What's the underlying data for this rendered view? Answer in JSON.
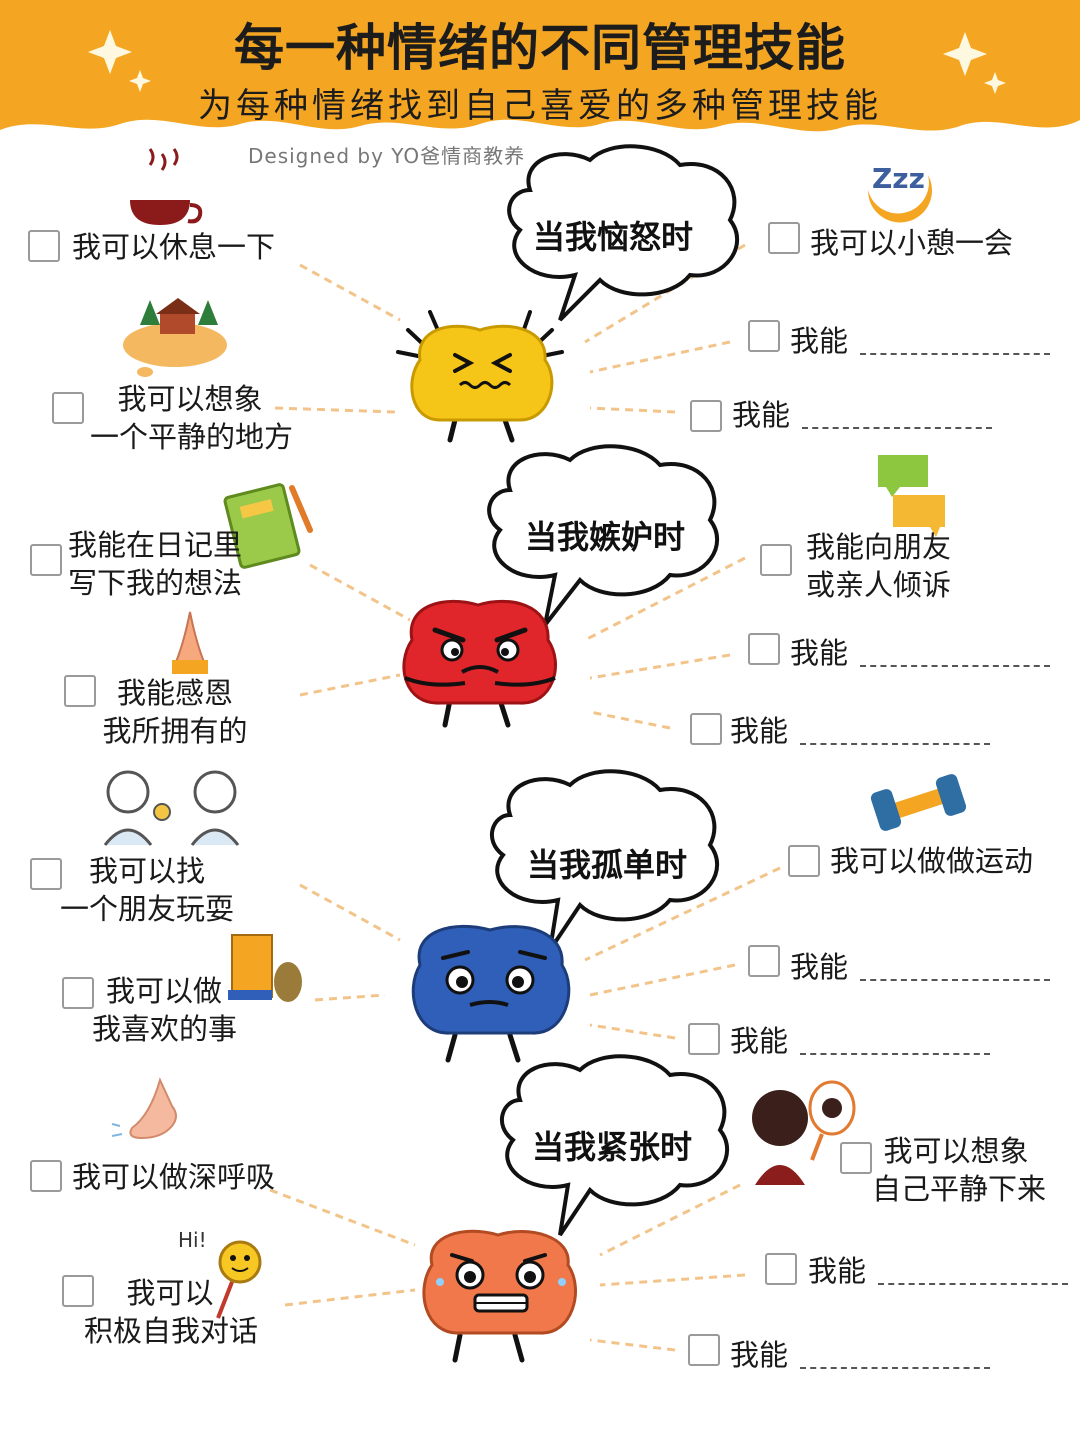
{
  "header": {
    "title": "每一种情绪的不同管理技能",
    "subtitle": "为每种情绪找到自己喜爱的多种管理技能",
    "credit": "Designed by YO爸情商教养",
    "band_color": "#f4a623"
  },
  "sections": [
    {
      "emotion": "当我恼怒时",
      "brain_color": "#f5c518",
      "left": [
        {
          "lines": [
            "我可以休息一下"
          ]
        },
        {
          "lines": [
            "我可以想象",
            "一个平静的地方"
          ]
        }
      ],
      "right": [
        {
          "lines": [
            "我可以小憩一会"
          ]
        },
        {
          "prefix": "我能"
        },
        {
          "prefix": "我能"
        }
      ]
    },
    {
      "emotion": "当我嫉妒时",
      "brain_color": "#e0262b",
      "left": [
        {
          "lines": [
            "我能在日记里",
            "写下我的想法"
          ]
        },
        {
          "lines": [
            "我能感恩",
            "我所拥有的"
          ]
        }
      ],
      "right": [
        {
          "lines": [
            "我能向朋友",
            "或亲人倾诉"
          ]
        },
        {
          "prefix": "我能"
        },
        {
          "prefix": "我能"
        }
      ]
    },
    {
      "emotion": "当我孤单时",
      "brain_color": "#2f5fb8",
      "left": [
        {
          "lines": [
            "我可以找",
            "一个朋友玩耍"
          ]
        },
        {
          "lines": [
            "我可以做",
            "我喜欢的事"
          ]
        }
      ],
      "right": [
        {
          "lines": [
            "我可以做做运动"
          ]
        },
        {
          "prefix": "我能"
        },
        {
          "prefix": "我能"
        }
      ]
    },
    {
      "emotion": "当我紧张时",
      "brain_color": "#f0784a",
      "left": [
        {
          "lines": [
            "我可以做深呼吸"
          ]
        },
        {
          "lines": [
            "我可以",
            "积极自我对话"
          ]
        }
      ],
      "right": [
        {
          "lines": [
            "我可以想象",
            "自己平静下来"
          ]
        },
        {
          "prefix": "我能"
        },
        {
          "prefix": "我能"
        }
      ]
    }
  ],
  "icons": {
    "zzz": "Zzz",
    "hi": "Hi!"
  }
}
